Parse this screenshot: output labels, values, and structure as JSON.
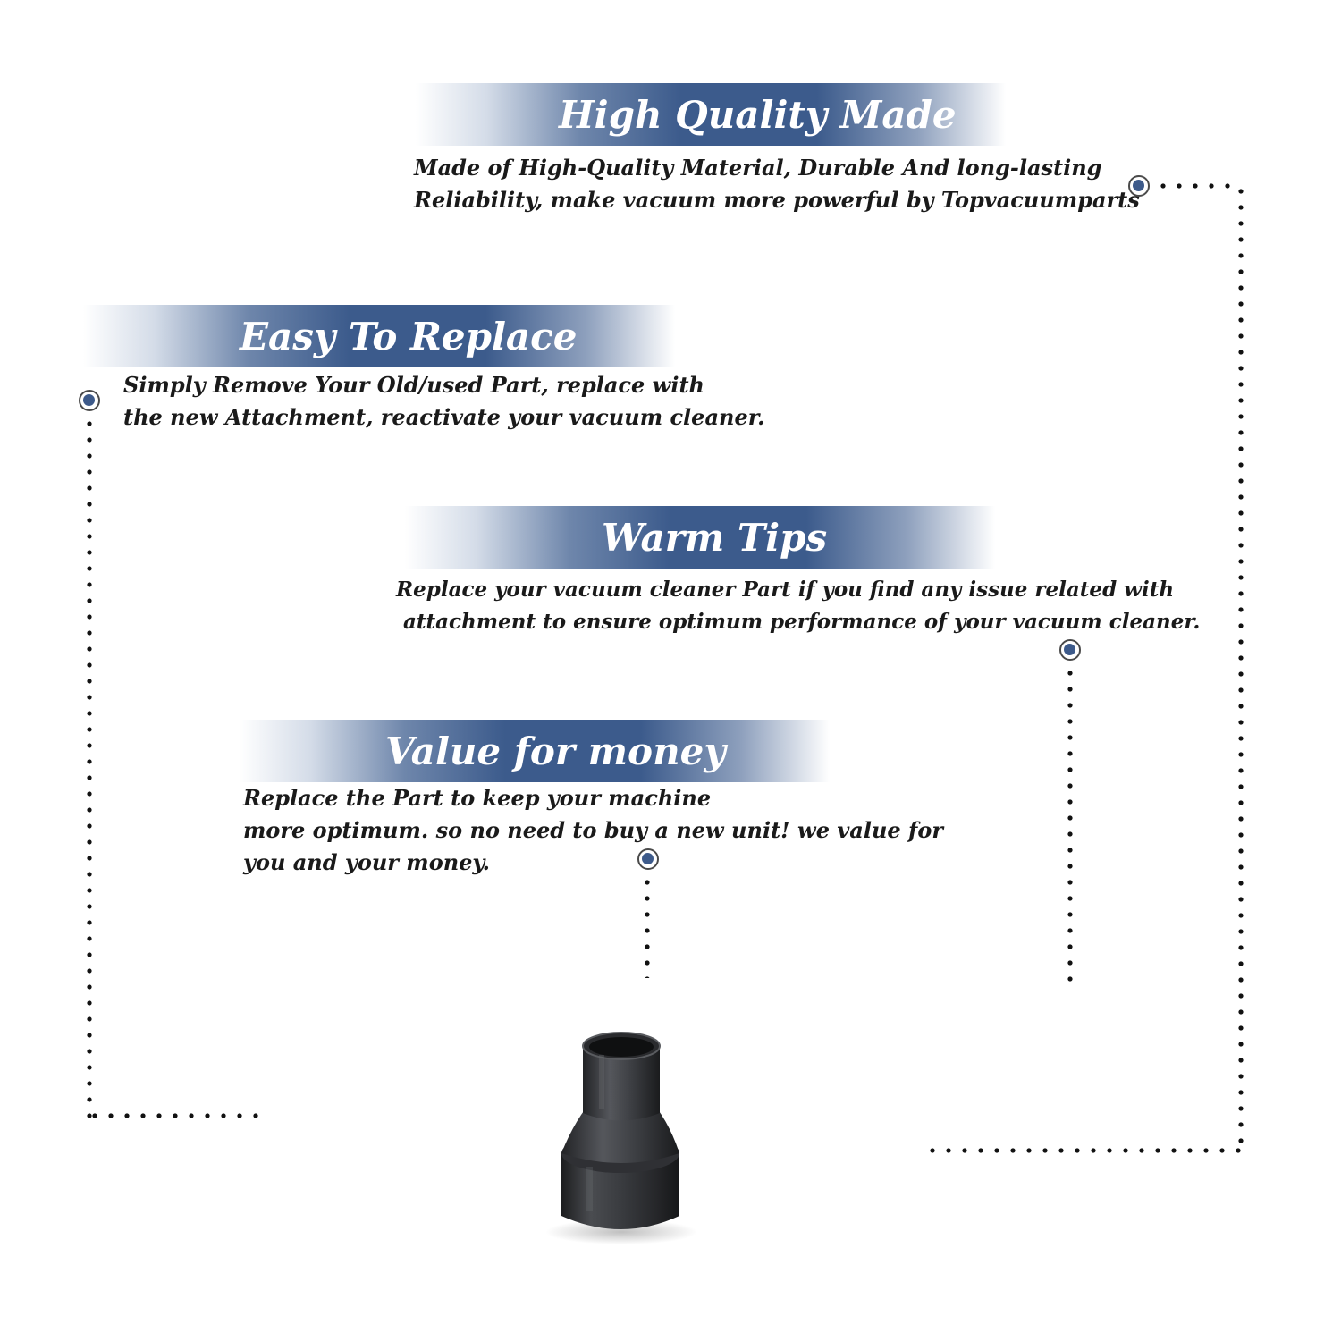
{
  "sections": [
    {
      "title": "High Quality Made",
      "lines": [
        "Made of  High-Quality Material, Durable And long-lasting",
        "Reliability, make vacuum more powerful by Topvacuumparts"
      ]
    },
    {
      "title": "Easy To Replace",
      "lines": [
        "Simply Remove Your Old/used Part, replace with",
        "the new Attachment, reactivate your vacuum cleaner."
      ]
    },
    {
      "title": "Warm Tips",
      "lines": [
        "Replace your vacuum cleaner Part if you find any issue related with",
        " attachment to ensure optimum performance of your vacuum cleaner."
      ]
    },
    {
      "title": "Value for money",
      "lines": [
        "Replace the Part to keep your machine",
        "more optimum. so no need to buy a new unit! we value for",
        "you and your money."
      ]
    }
  ],
  "colors": {
    "banner_blue": "#3c5b8c",
    "marker_blue": "#3d5a8a",
    "text": "#1a1a1a",
    "product_dark": "#2b2c2e"
  },
  "product": {
    "icon": "vacuum-hose-adapter-icon"
  }
}
